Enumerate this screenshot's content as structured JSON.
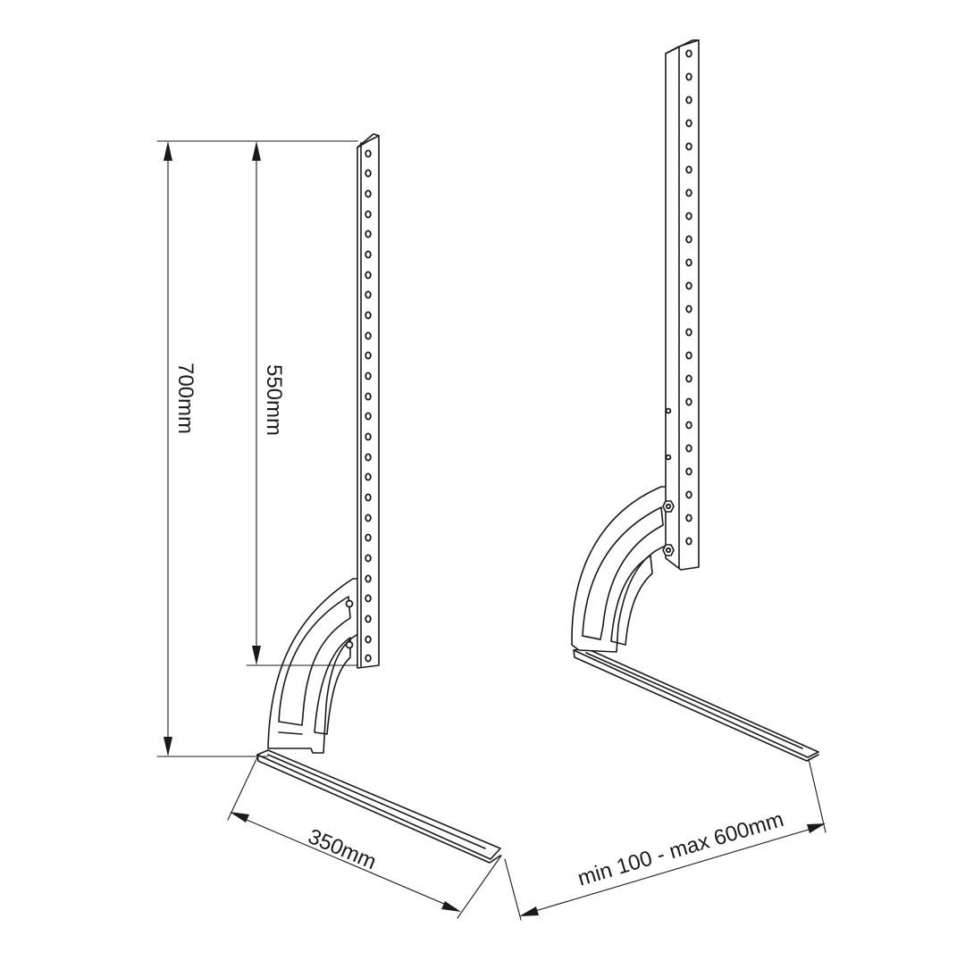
{
  "dimensions": {
    "total_height": "700mm",
    "column_height": "550mm",
    "base_depth": "350mm",
    "spacing": "min 100 - max 600mm"
  }
}
